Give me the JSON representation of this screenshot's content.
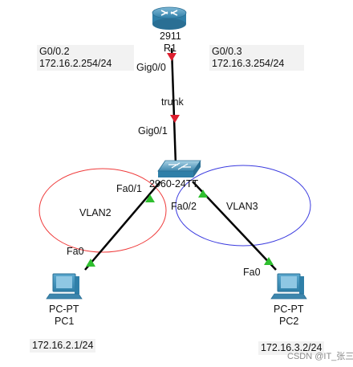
{
  "router": {
    "model": "2911",
    "name": "R1",
    "port": "Gig0/0"
  },
  "subinterfaces": [
    {
      "name": "G0/0.2",
      "ip": "172.16.2.254/24"
    },
    {
      "name": "G0/0.3",
      "ip": "172.16.3.254/24"
    }
  ],
  "link_label": "trunk",
  "switch": {
    "model": "2960-24TT",
    "uplink_port": "Gig0/1",
    "port_a": "Fa0/1",
    "port_b": "Fa0/2"
  },
  "vlans": [
    {
      "name": "VLAN2",
      "color": "#ef3a3a"
    },
    {
      "name": "VLAN3",
      "color": "#3a3adf"
    }
  ],
  "pcs": [
    {
      "type": "PC-PT",
      "name": "PC1",
      "port": "Fa0",
      "ip": "172.16.2.1/24"
    },
    {
      "type": "PC-PT",
      "name": "PC2",
      "port": "Fa0",
      "ip": "172.16.3.2/24"
    }
  ],
  "colors": {
    "link": "#000000",
    "link_up": "#2fbf2f",
    "link_down": "#dd1f2f",
    "device_blue": "#2f7fa8"
  },
  "icons": {
    "router": "router-icon",
    "switch": "switch-icon",
    "pc": "pc-icon"
  },
  "watermark": "CSDN @IT_张三"
}
